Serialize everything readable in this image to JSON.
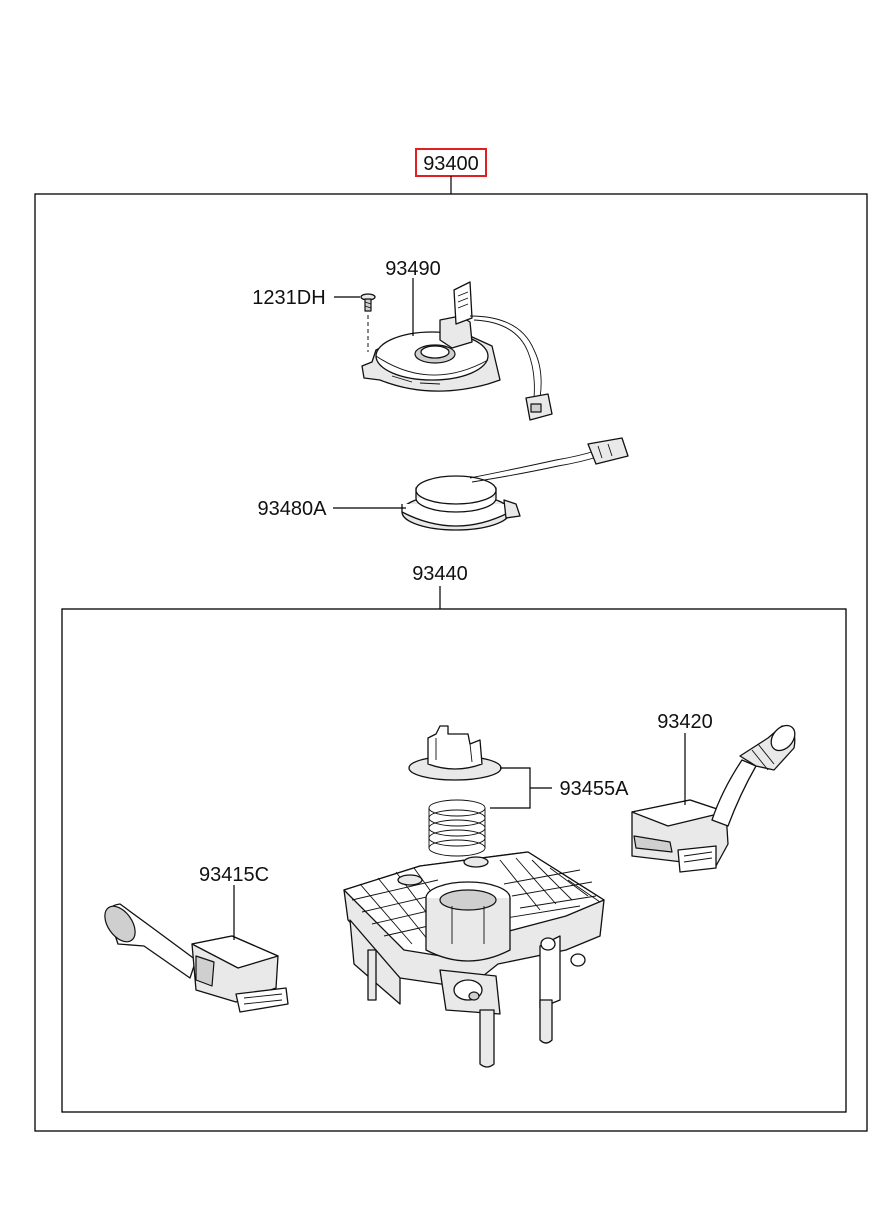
{
  "diagram": {
    "assembly_label": "93400",
    "assembly_label_highlight_color": "#e02020",
    "parts": {
      "p93490": "93490",
      "p1231DH": "1231DH",
      "p93480A": "93480A",
      "p93440": "93440",
      "p93455A": "93455A",
      "p93420": "93420",
      "p93415C": "93415C"
    }
  }
}
